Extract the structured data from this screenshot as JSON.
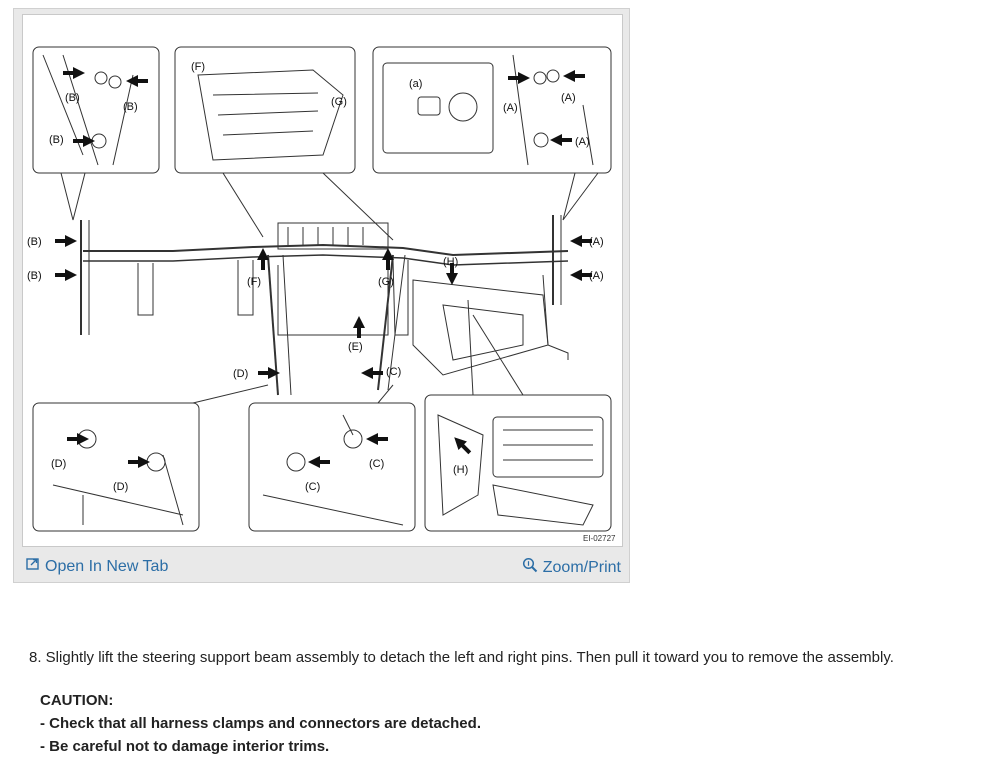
{
  "figure": {
    "callouts": {
      "A": "(A)",
      "B": "(B)",
      "C": "(C)",
      "D": "(D)",
      "E": "(E)",
      "F": "(F)",
      "G": "(G)",
      "H": "(H)",
      "a": "(a)"
    },
    "figure_id": "EI-02727"
  },
  "toolbar": {
    "open_tab_label": "Open In New Tab",
    "zoom_print_label": "Zoom/Print"
  },
  "content": {
    "step": "8. Slightly lift the steering support beam assembly to detach the left and right pins. Then pull it toward you to remove the assembly.",
    "caution_title": "CAUTION:",
    "caution_items": [
      "-  Check that all harness clamps and connectors are detached.",
      "-  Be careful not to damage interior trims."
    ]
  },
  "colors": {
    "link": "#2c6ea6",
    "frame": "#e9e9e9",
    "text": "#222222"
  }
}
